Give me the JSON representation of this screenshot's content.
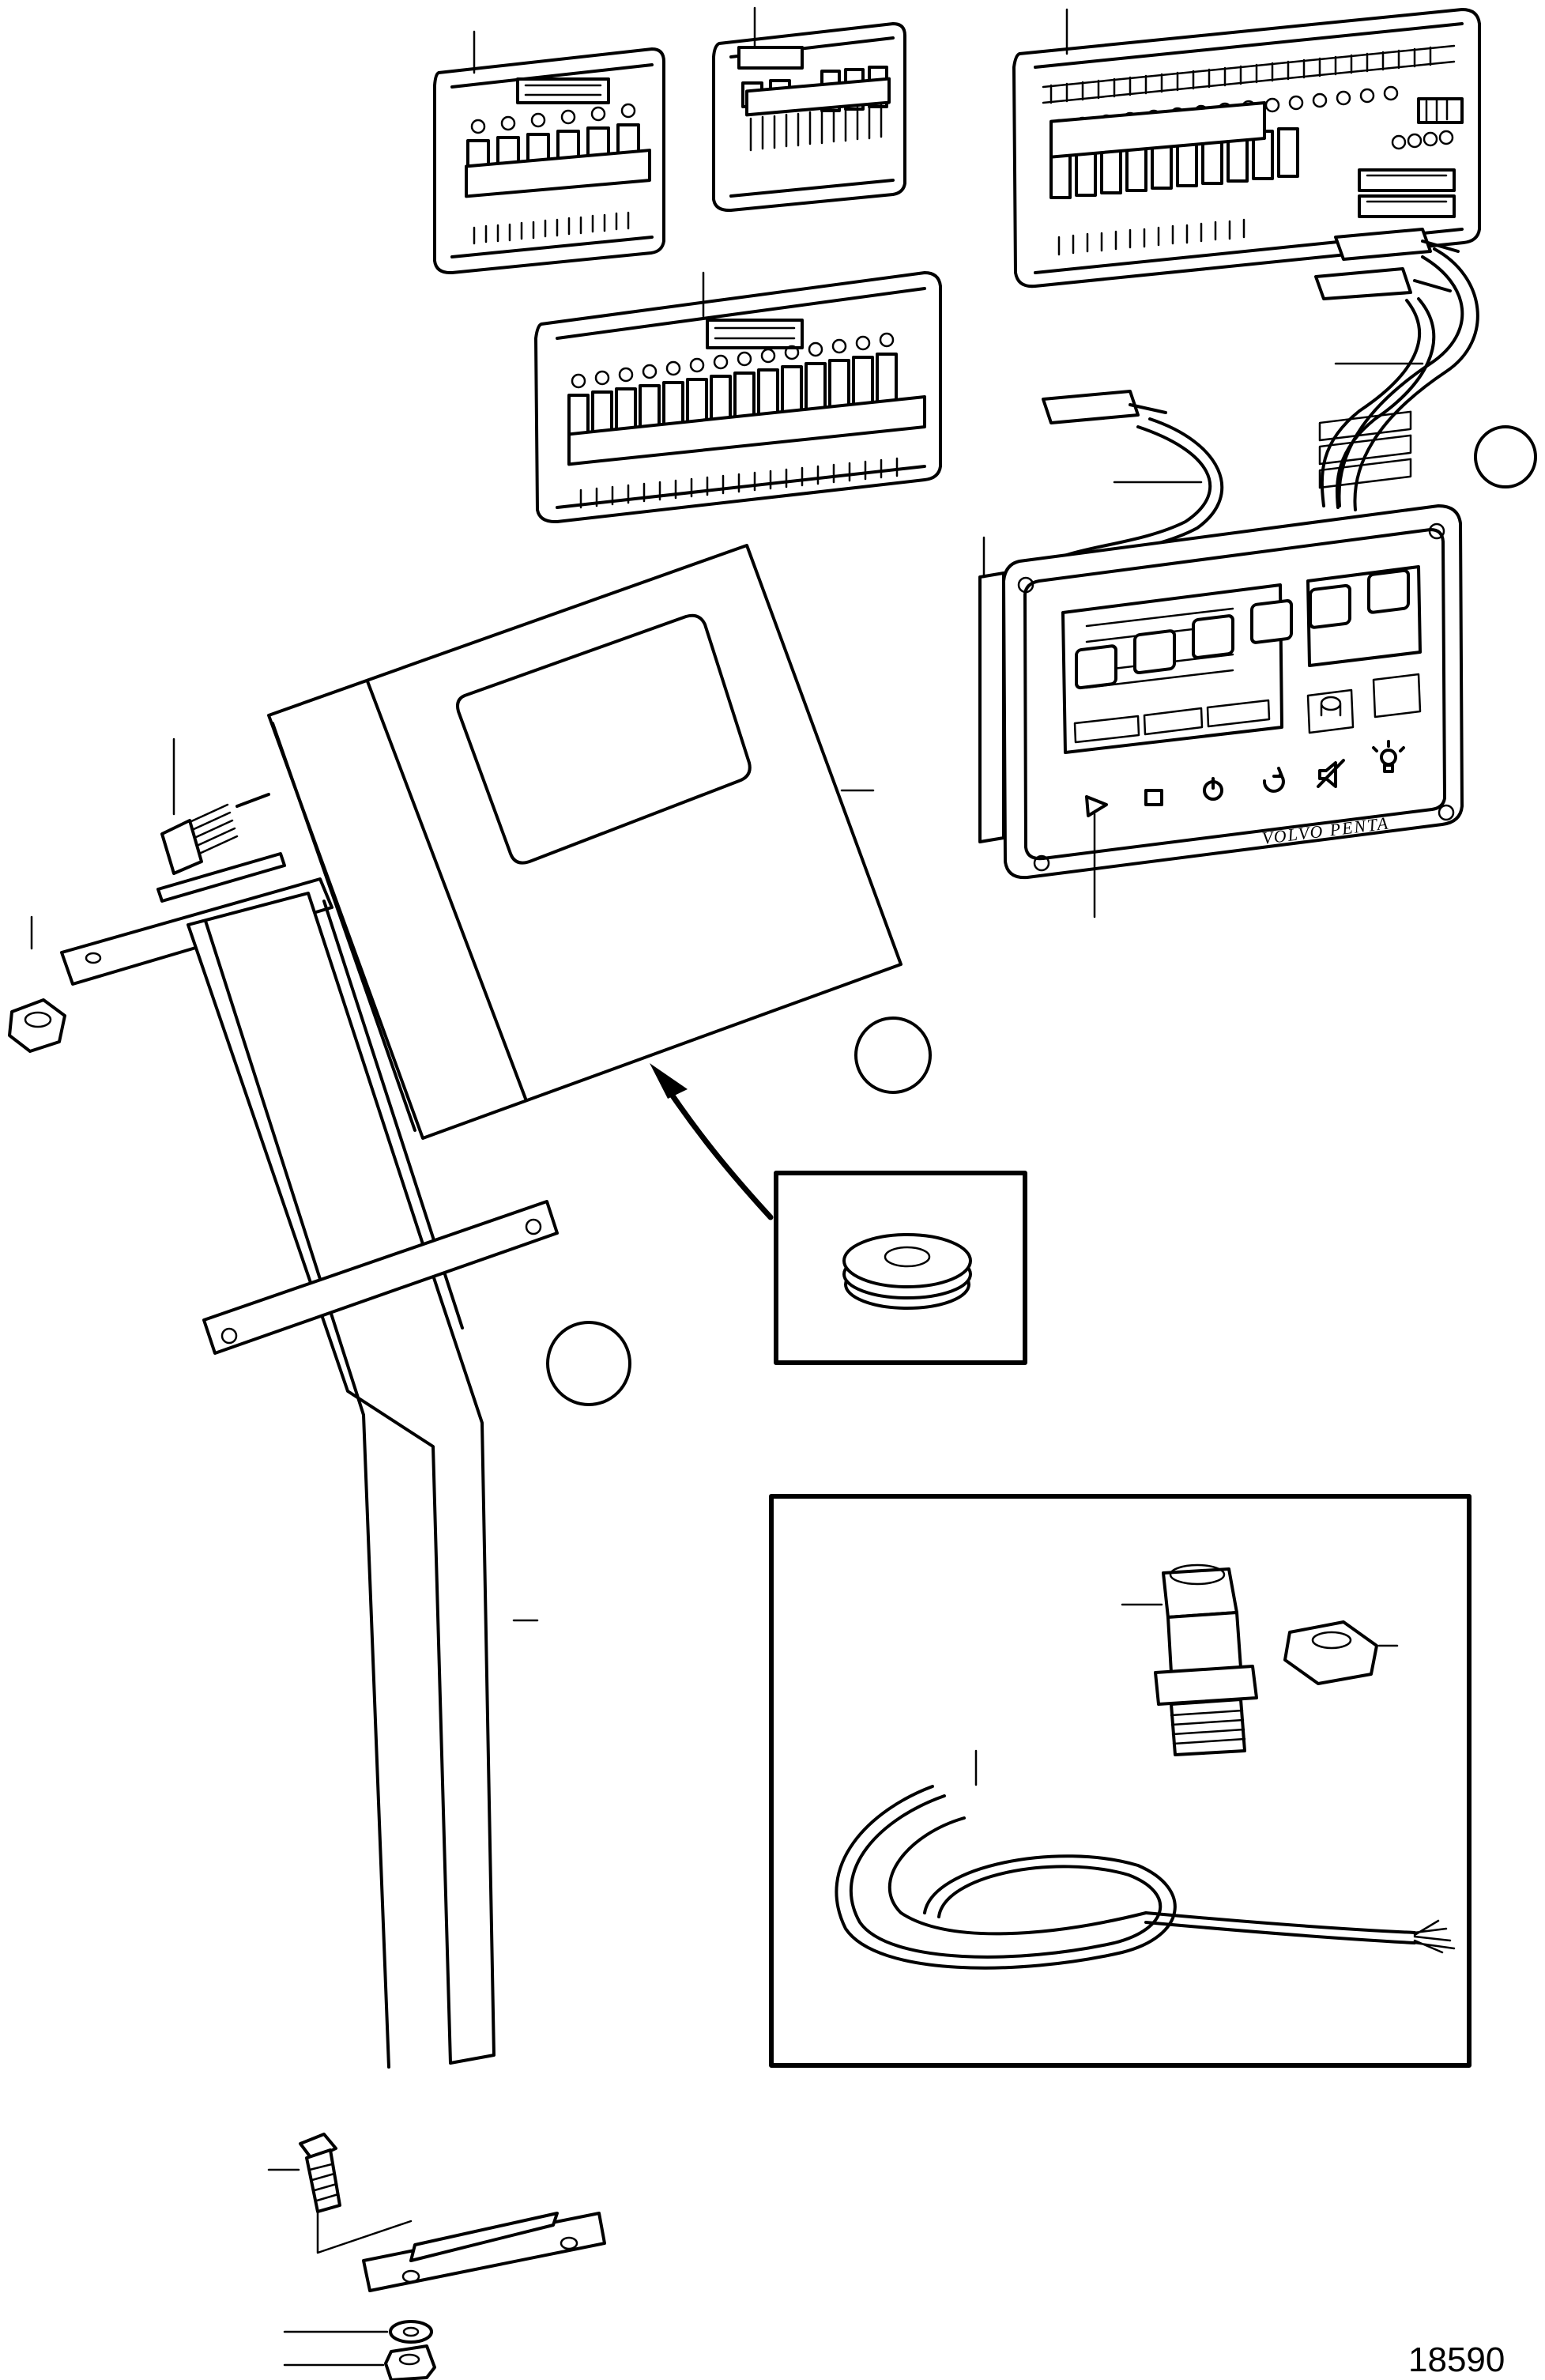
{
  "figure": {
    "number": "18590",
    "brand_text": "VOLVO PENTA"
  },
  "parts": [
    {
      "id": "relay-board-small-a"
    },
    {
      "id": "relay-board-small-b"
    },
    {
      "id": "relay-board-main"
    },
    {
      "id": "relay-board-medium"
    },
    {
      "id": "control-panel"
    },
    {
      "id": "cable-harness-a"
    },
    {
      "id": "cable-harness-b"
    },
    {
      "id": "instrument-box"
    },
    {
      "id": "mounting-column"
    },
    {
      "id": "rubber-grommet"
    },
    {
      "id": "pressure-sensor"
    },
    {
      "id": "sensor-nut"
    },
    {
      "id": "sensor-cable"
    },
    {
      "id": "flange-bolt"
    },
    {
      "id": "washer"
    },
    {
      "id": "nut"
    }
  ],
  "panel_buttons": [
    "start-icon",
    "stop-icon",
    "power-icon",
    "reset-icon",
    "alarm-mute-icon",
    "lamp-test-icon"
  ]
}
